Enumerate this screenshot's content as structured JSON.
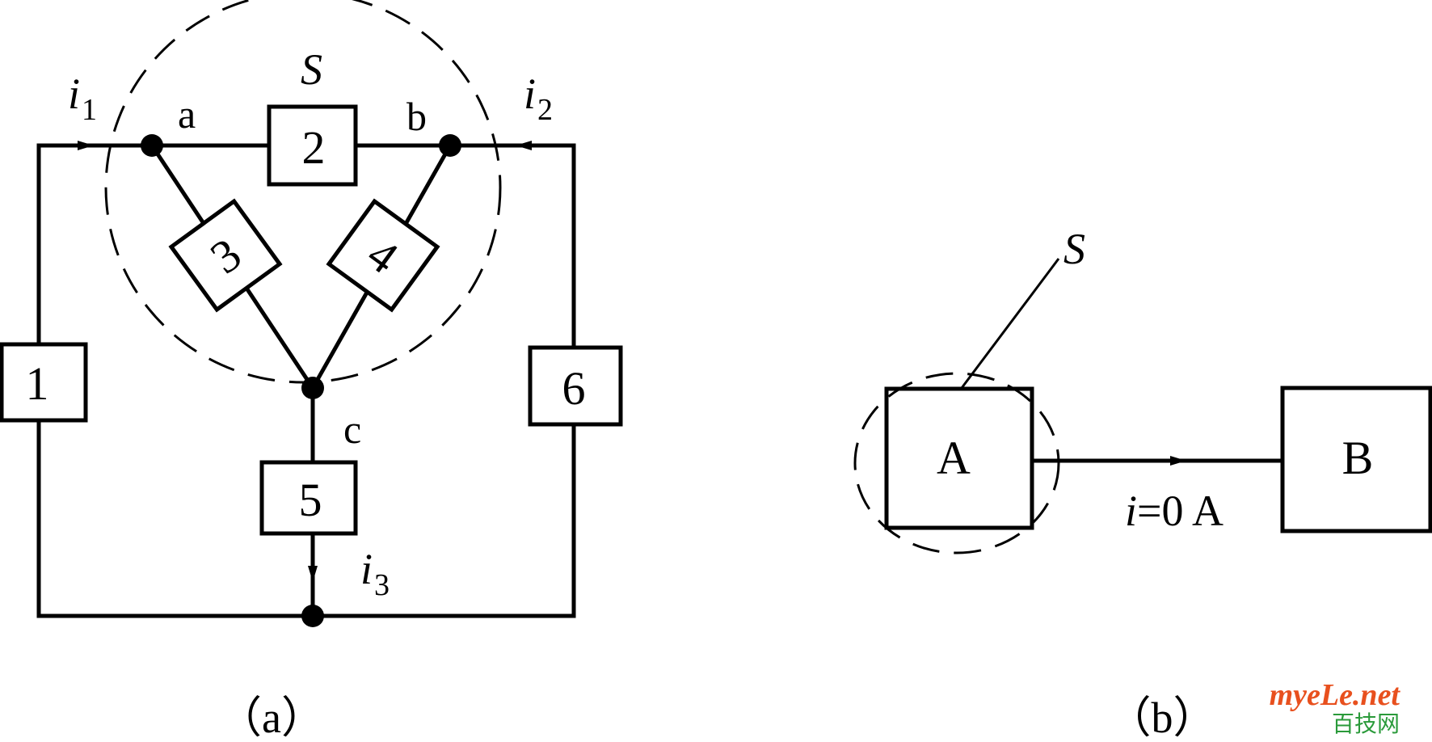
{
  "diagram_a": {
    "elements": {
      "e1": "1",
      "e2": "2",
      "e3": "3",
      "e4": "4",
      "e5": "5",
      "e6": "6"
    },
    "nodes": {
      "a": "a",
      "b": "b",
      "c": "c"
    },
    "surface": "S",
    "currents": {
      "i1": {
        "symbol": "i",
        "sub": "1"
      },
      "i2": {
        "symbol": "i",
        "sub": "2"
      },
      "i3": {
        "symbol": "i",
        "sub": "3"
      }
    },
    "caption": "（a）"
  },
  "diagram_b": {
    "surface": "S",
    "boxA": "A",
    "boxB": "B",
    "current": {
      "symbol": "i",
      "rest": "=0 A"
    },
    "caption": "（b）"
  },
  "watermark": {
    "line1": "myeLe.net",
    "line2": "百技网",
    "color1": "#e8501e",
    "color2": "#2a9a3a"
  }
}
